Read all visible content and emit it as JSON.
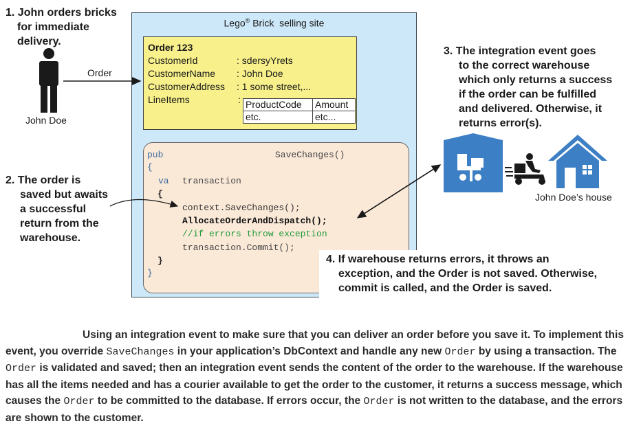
{
  "step1": {
    "lines": [
      "1. John orders bricks",
      "for immediate",
      "delivery."
    ]
  },
  "john": {
    "name": "John Doe",
    "arrow_label": "Order"
  },
  "site": {
    "title_pre": "Lego",
    "title_sup": "®",
    "title_post": " Brick  selling site"
  },
  "order": {
    "title": "Order 123",
    "fields": [
      {
        "name": "CustomerId",
        "value": ": sdersyYrets"
      },
      {
        "name": "CustomerName",
        "value": ": John Doe"
      },
      {
        "name": "CustomerAddress",
        "value": ": 1 some street,..."
      },
      {
        "name": "LineItems",
        "value": ":"
      }
    ],
    "lineitems_headers": [
      "ProductCode",
      "Amount"
    ],
    "lineitems_row": [
      "etc.",
      "etc..."
    ]
  },
  "code": {
    "line1_left": "pub",
    "line1_right": "SaveChanges()",
    "open_brace": "{",
    "va": "va",
    "transaction": "transaction",
    "inner_open": "{",
    "save_changes": "context.SaveChanges();",
    "allocate": "AllocateOrderAndDispatch();",
    "comment": "//if errors throw exception",
    "commit": "transaction.Commit();",
    "inner_close": "}",
    "close_brace": "}"
  },
  "step2": {
    "lines": [
      "2. The order is",
      "saved but awaits",
      "a successful",
      "return from the",
      "warehouse."
    ]
  },
  "step3": {
    "lines": [
      "3. The integration event goes",
      "to the correct warehouse",
      "which only returns a success",
      "if the order can be fulfilled",
      "and delivered. Otherwise, it",
      "returns error(s)."
    ]
  },
  "house_label": "John Doe’s house",
  "step4": {
    "lines": [
      "4. If warehouse returns errors, it throws an",
      "exception, and the Order is not saved. Otherwise,",
      "commit is called, and the Order is saved."
    ]
  },
  "caption": {
    "t1": "Using an integration event to make sure that you can deliver an order before you save it. To implement this event, you override ",
    "c1": "SaveChanges",
    "t2": " in your application’s DbContext and handle any new ",
    "c2": "Order",
    "t3": " by using a transaction. The ",
    "c3": "Order",
    "t4": " is validated and saved; then an integration event sends the content of the order to the warehouse. If the warehouse has all the items needed and has a courier available to get the order to the customer, it returns a success message, which causes the ",
    "c4": "Order",
    "t5": " to be committed to the database. If errors occur, the ",
    "c5": "Order",
    "t6": " is not written to the database, and the errors are shown to the customer."
  },
  "colors": {
    "site_bg": "#cde8f8",
    "order_bg": "#f8f08a",
    "code_bg": "#fbe9d8",
    "icon_blue": "#3d7fc4",
    "comment_green": "#1f9a3a"
  }
}
